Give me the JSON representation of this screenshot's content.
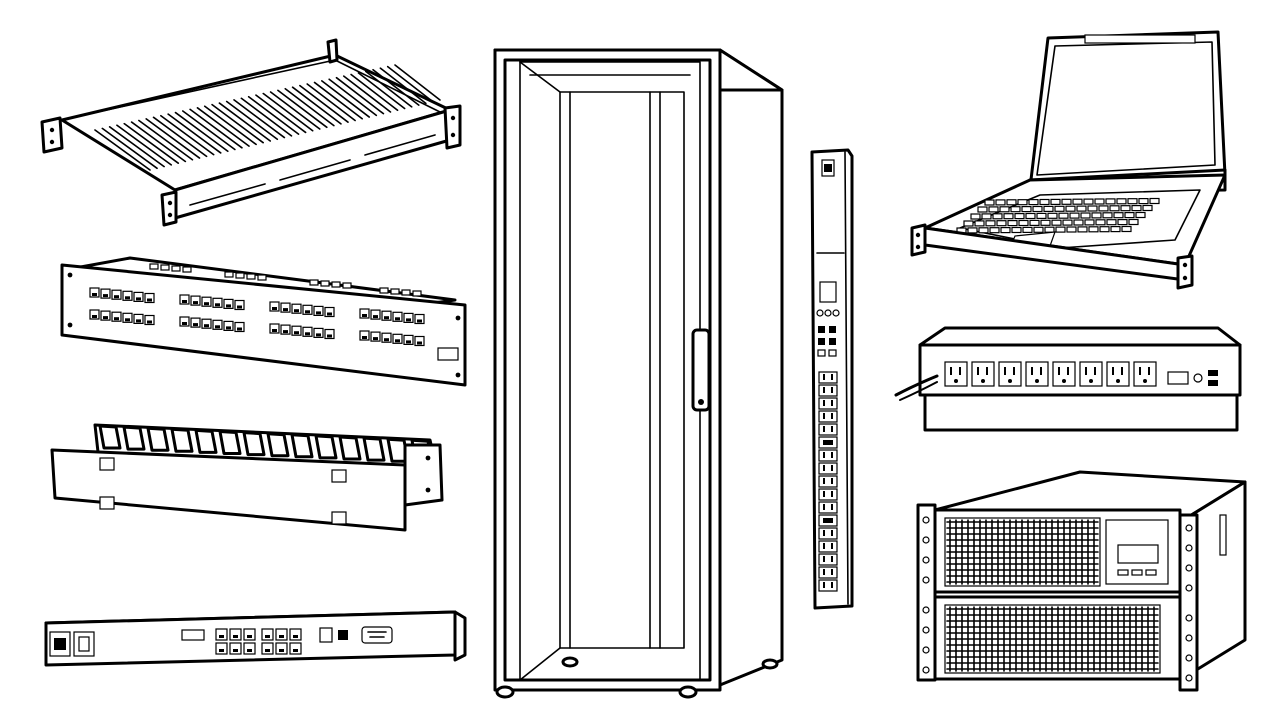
{
  "illustration": {
    "items": [
      {
        "id": "rack-shelf",
        "icon": "rack-shelf-icon"
      },
      {
        "id": "patch-panel",
        "icon": "patch-panel-icon"
      },
      {
        "id": "cable-manager",
        "icon": "cable-manager-icon"
      },
      {
        "id": "console-switch",
        "icon": "console-switch-icon"
      },
      {
        "id": "server-rack-cabinet",
        "icon": "rack-cabinet-icon"
      },
      {
        "id": "vertical-pdu",
        "icon": "vertical-pdu-icon"
      },
      {
        "id": "rack-console-drawer",
        "icon": "lcd-console-icon"
      },
      {
        "id": "horizontal-pdu",
        "icon": "horizontal-pdu-icon"
      },
      {
        "id": "rackmount-ups",
        "icon": "ups-icon"
      }
    ],
    "colors": {
      "stroke": "#000000",
      "fill": "#ffffff"
    }
  }
}
